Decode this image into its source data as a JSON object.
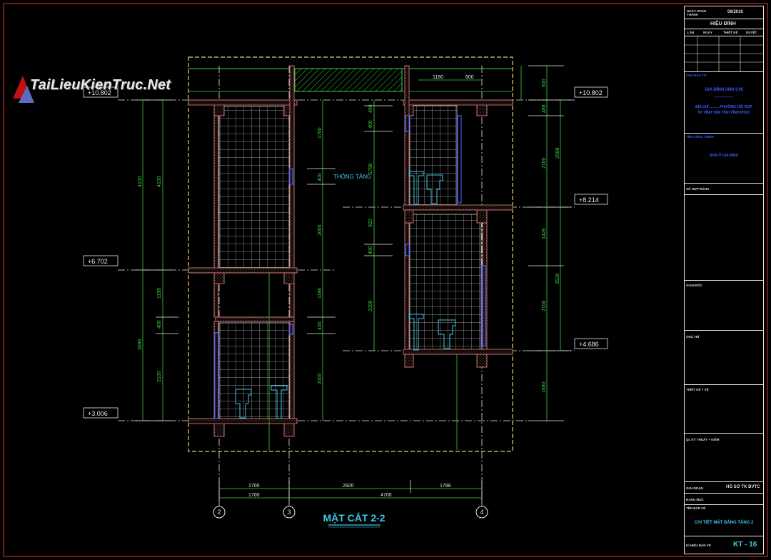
{
  "watermark": {
    "text": "TaiLieuKienTruc.Net"
  },
  "title": {
    "text": "MẶT CẮT 2-2"
  },
  "labels": {
    "shaft": "THÔNG TẦNG"
  },
  "levels": {
    "l10802_left": "+10.802",
    "l10802_right": "+10.802",
    "l8214": "+8.214",
    "l6702": "+6.702",
    "l4686": "+4.686",
    "l3006": "+3.006"
  },
  "dims": {
    "top_1180": "1180",
    "top_600": "600",
    "left_4100": "4100",
    "left_4100b": "4100",
    "left_1196": "1196",
    "left_400": "400",
    "left_3696": "3696",
    "left_2100": "2100",
    "mid_1700": "1700",
    "mid_400a": "400",
    "mid_2000a": "2000",
    "mid_1196": "1196",
    "mid_400b": "400",
    "mid_2000b": "2000",
    "c_400a": "400",
    "c_400b": "400",
    "c_1788": "1788",
    "c_920": "920",
    "c_400c": "400",
    "c_2200": "2200",
    "r_600": "600",
    "r_488": "488",
    "r_2100": "2100",
    "r_2588": "2588",
    "r_1428": "1428",
    "r_3528": "3528",
    "r_2100b": "2100",
    "r_1680": "1680",
    "bot_1700a": "1700",
    "bot_2920": "2920",
    "bot_1788": "1788",
    "bot_1700b": "1700",
    "bot_4700": "4700"
  },
  "axes": {
    "a2": "2",
    "a3": "3",
    "a4": "4"
  },
  "titleblock": {
    "date_label": "NGÀY HOÀN THÀNH",
    "date_value": "06/2016",
    "revision": "HIỆU ĐÍNH",
    "rev_cols": [
      "LẦN",
      "NGÀY",
      "THIẾT KẾ",
      "DUYỆT"
    ],
    "owner_label": "CHỦ ĐẦU TƯ",
    "owner_name": "GIA ĐÌNH ANH CHỊ",
    "owner_line": "----------------",
    "owner_addr1": "ĐỊA CHỈ: ........ PHƯỜNG HỘI HỢP",
    "owner_addr2": "TP. VĨNH YÊN TỈNH VĨNH PHÚC",
    "project_label": "TÊN CÔNG TRÌNH",
    "project_name": "NHÀ Ở GIA ĐÌNH",
    "contract_label": "SỐ HỢP ĐỒNG",
    "director_label": "GIÁM ĐỐC",
    "chair_label": "CHỦ TRÌ",
    "design_label": "THIẾT KẾ + VẼ",
    "kt_label": "QL KỸ THUẬT + KIỂM",
    "phase_label": "GIAI ĐOẠN",
    "phase_value": "HỒ SƠ TK BVTC",
    "item_label": "HẠNG MỤC",
    "sheet_label": "TÊN BẢN VẼ",
    "sheet_name": "CHI TIẾT MẶT BẰNG TẦNG 2",
    "code_label": "KÍ HIỆU BẢN VẼ",
    "code_value": "KT - 16"
  },
  "colors": {
    "background": "#000000",
    "wall": "#c0706a",
    "tile": "#cfcfcf",
    "dim_green": "#3fd040",
    "cyan": "#3ec8e8",
    "level_white": "#e8e8e8",
    "frame_yellow": "#e8d060",
    "red_frame": "#e03030",
    "blue": "#3a5cff"
  }
}
